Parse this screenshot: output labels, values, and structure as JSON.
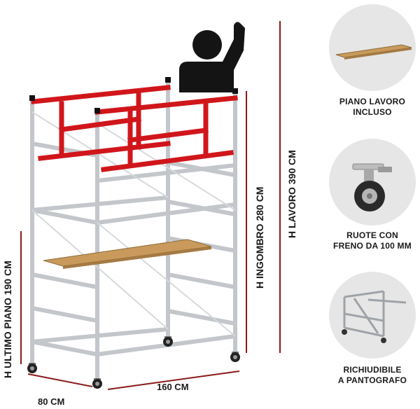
{
  "dimensions": {
    "h_lavoro": "H  LAVORO  390 CM",
    "h_ingombro": "H  INGOMBRO  280 CM",
    "h_ultimo_piano": "H  ULTIMO PIANO  190 CM",
    "depth": "80 CM",
    "width": "160 CM"
  },
  "features": [
    {
      "line1": "PIANO LAVORO",
      "line2": "INCLUSO"
    },
    {
      "line1": "RUOTE CON",
      "line2": "FRENO DA 100 MM"
    },
    {
      "line1": "RICHIUDIBILE",
      "line2": "A PANTOGRAFO"
    }
  ],
  "colors": {
    "accent_red": "#d0161b",
    "dimension_line": "#8b1a1a",
    "frame_silver": "#c8cacd",
    "plank_wood": "#c99a5b",
    "circle_bg": "#e6e6e6"
  }
}
